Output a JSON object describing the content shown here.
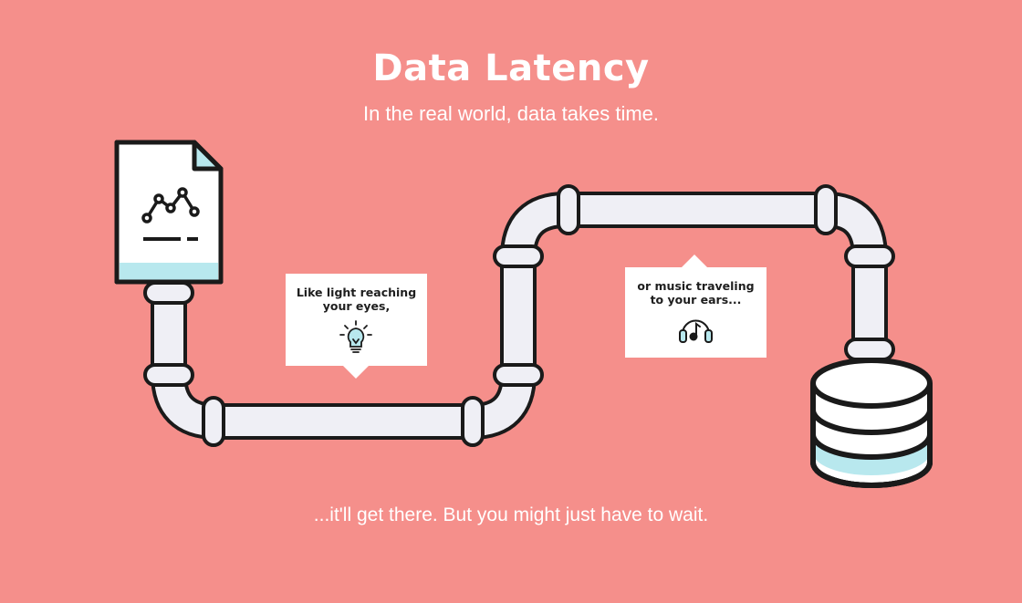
{
  "title": "Data Latency",
  "subtitle": "In the real world, data takes time.",
  "callouts": [
    {
      "line1": "Like light reaching",
      "line2": "your eyes,",
      "icon": "lightbulb-icon"
    },
    {
      "line1": "or music traveling",
      "line2": "to your ears...",
      "icon": "headphones-icon"
    }
  ],
  "footer": "...it'll get there. But you might just have to wait.",
  "colors": {
    "background": "#f58f8b",
    "outline": "#1a1a1a",
    "pipe": "#efeff5",
    "accent": "#b8e8ee",
    "text": "#ffffff"
  }
}
